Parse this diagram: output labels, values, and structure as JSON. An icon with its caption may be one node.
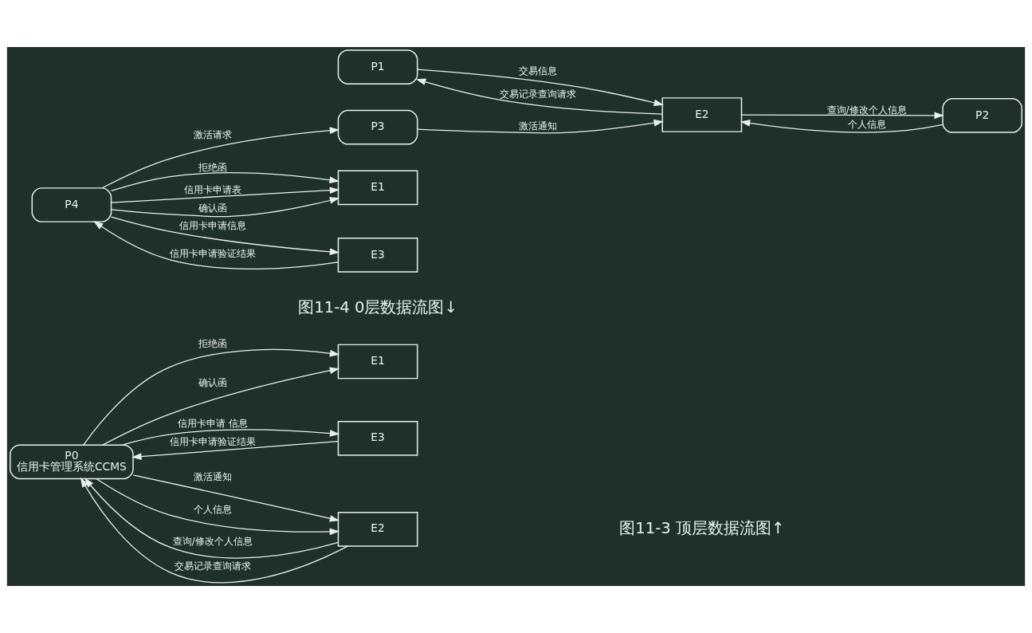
{
  "diagram": {
    "nodes": [
      {
        "text": [
          "E1"
        ]
      },
      {
        "text": [
          "P0",
          "信用卡管理系统CCMS"
        ]
      },
      {
        "text": [
          "E3"
        ]
      },
      {
        "text": [
          "E2"
        ]
      },
      {
        "text": [
          "P1"
        ]
      },
      {
        "text": [
          "E2"
        ]
      },
      {
        "text": [
          "P2"
        ]
      },
      {
        "text": [
          "P3"
        ]
      },
      {
        "text": [
          "E1"
        ]
      },
      {
        "text": [
          "P4"
        ]
      },
      {
        "text": [
          "E3"
        ]
      }
    ],
    "edges": [
      {
        "from": 1,
        "to": 0,
        "arrow": "to",
        "label": "拒绝函"
      },
      {
        "from": 1,
        "to": 0,
        "arrow": "to",
        "label": "确认函"
      },
      {
        "from": 3,
        "to": 1,
        "arrow": "to",
        "label": "查询/修改个人信息"
      },
      {
        "from": 1,
        "to": 3,
        "arrow": "to",
        "label": "激活通知"
      },
      {
        "from": 3,
        "to": 1,
        "arrow": "to",
        "label": "交易记录查询请求"
      },
      {
        "from": 1,
        "to": 3,
        "arrow": "to",
        "label": "个人信息"
      },
      {
        "from": 1,
        "to": 2,
        "arrow": "to",
        "label": "信用卡申请 信息"
      },
      {
        "from": 2,
        "to": 1,
        "arrow": "to",
        "label": "信用卡申请验证结果"
      },
      {
        "from": 4,
        "to": 5,
        "arrow": "to",
        "label": "交易信息"
      },
      {
        "from": 5,
        "to": 4,
        "arrow": "to",
        "label": "交易记录查询请求"
      },
      {
        "from": 5,
        "to": 6,
        "arrow": "to",
        "label": "查询/修改个人信息"
      },
      {
        "from": 6,
        "to": 5,
        "arrow": "to",
        "label": "个人信息"
      },
      {
        "from": 7,
        "to": 5,
        "arrow": "to",
        "label": "激活通知"
      },
      {
        "from": 9,
        "to": 8,
        "arrow": "to",
        "label": "拒绝函"
      },
      {
        "from": 9,
        "to": 8,
        "arrow": "to",
        "label": "信用卡申请表"
      },
      {
        "from": 9,
        "to": 8,
        "arrow": "to",
        "label": "确认函"
      },
      {
        "from": 9,
        "to": 7,
        "arrow": "to",
        "label": "激活请求"
      },
      {
        "from": 9,
        "to": 10,
        "arrow": "to",
        "label": "信用卡申请信息"
      },
      {
        "from": 10,
        "to": 9,
        "arrow": "to",
        "label": "信用卡申请验证结果"
      }
    ],
    "labels": [
      "图11-4 0层数据流图↓",
      "图11-3 顶层数据流图↑"
    ]
  }
}
